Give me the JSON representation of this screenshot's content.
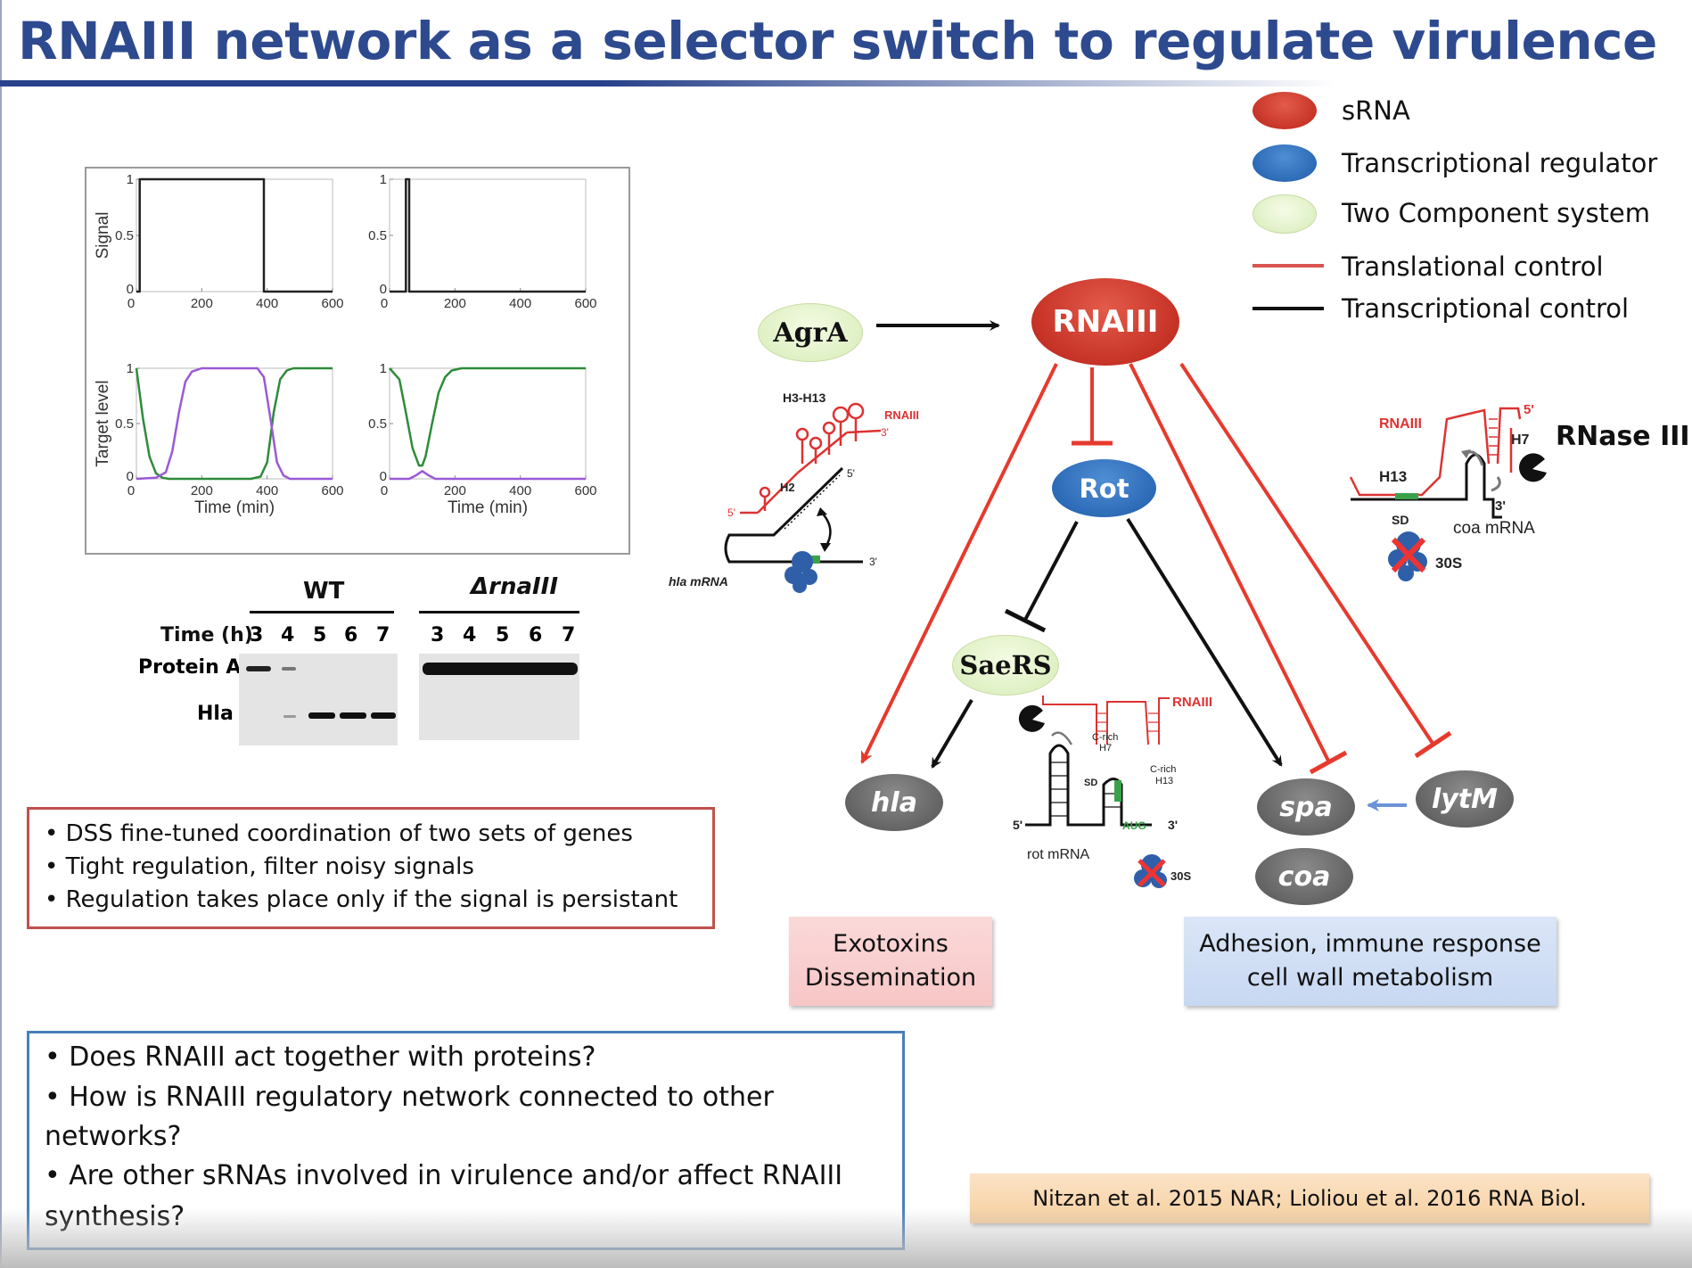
{
  "title": "RNAIII network as a selector switch to regulate virulence",
  "legend": [
    {
      "label": "sRNA",
      "color": "#c63226",
      "shape": "ellipse"
    },
    {
      "label": "Transcriptional regulator",
      "color": "#2a68b5",
      "shape": "ellipse"
    },
    {
      "label": "Two Component system",
      "color": "#e3f1cc",
      "shape": "ellipse"
    },
    {
      "label": "Translational control",
      "color": "#d9534f",
      "shape": "line"
    },
    {
      "label": "Transcriptional control",
      "color": "#111111",
      "shape": "line"
    }
  ],
  "nodes": {
    "agra": "AgrA",
    "rnaiii": "RNAIII",
    "rot": "Rot",
    "saers": "SaeRS",
    "hla": "hla",
    "spa": "spa",
    "coa": "coa",
    "lytm": "lytM"
  },
  "insets": {
    "hla": {
      "h3h13": "H3-H13",
      "rnaiii": "RNAIII",
      "three_prime": "3'",
      "five_prime_top": "5'",
      "h2": "H2",
      "five_prime_left": "5'",
      "three_prime_right": "3'",
      "mrna": "hla mRNA"
    },
    "coa": {
      "rnaiii": "RNAIII",
      "five_prime": "5'",
      "h7": "H7",
      "h13": "H13",
      "sd": "SD",
      "three_prime": "3'",
      "mrna": "coa mRNA",
      "ribosome": "30S",
      "rnase": "RNase III"
    },
    "rot": {
      "rnaiii": "RNAIII",
      "crich_h7": "C-rich",
      "h7": "H7",
      "crich_h13": "C-rich",
      "h13": "H13",
      "sd": "SD",
      "five_prime": "5'",
      "aug": "AUG",
      "three_prime": "3'",
      "mrna": "rot mRNA",
      "ribosome": "30S"
    }
  },
  "category_boxes": {
    "exotoxins": [
      "Exotoxins",
      "Dissemination"
    ],
    "adhesion": [
      "Adhesion, immune response",
      "cell wall metabolism"
    ]
  },
  "bullets_red": [
    "• DSS fine-tuned coordination of two sets of genes",
    "• Tight regulation, filter noisy signals",
    "• Regulation takes place only if the signal is persistant"
  ],
  "bullets_blue": [
    "• Does RNAIII act together with proteins?",
    "• How is RNAIII regulatory network connected to other",
    "networks?",
    "• Are other sRNAs involved in virulence and/or affect RNAIII",
    "synthesis?"
  ],
  "citation": "Nitzan et al. 2015 NAR; Lioliou et al. 2016 RNA Biol.",
  "blot": {
    "time_label": "Time (h)",
    "wt_label": "WT",
    "mut_label": "ΔrnaIII",
    "times": [
      "3",
      "4",
      "5",
      "6",
      "7"
    ],
    "row_labels": [
      "Protein A",
      "Hla"
    ]
  },
  "chart_data": [
    {
      "type": "line",
      "ylabel": "Signal",
      "xlabel": "",
      "xlim": [
        0,
        600
      ],
      "ylim": [
        0,
        1
      ],
      "x_ticks": [
        "0",
        "200",
        "400",
        "600"
      ],
      "y_ticks": [
        "0",
        "0.5",
        "1"
      ],
      "series": [
        {
          "color": "#222222",
          "x": [
            0,
            10,
            10,
            390,
            390,
            600
          ],
          "y": [
            0,
            0,
            1,
            1,
            0,
            0
          ]
        }
      ]
    },
    {
      "type": "line",
      "ylabel": "",
      "xlabel": "",
      "xlim": [
        0,
        600
      ],
      "ylim": [
        0,
        1
      ],
      "x_ticks": [
        "0",
        "200",
        "400",
        "600"
      ],
      "y_ticks": [
        "0",
        "0.5",
        "1"
      ],
      "series": [
        {
          "color": "#222222",
          "x": [
            0,
            50,
            50,
            60,
            60,
            600
          ],
          "y": [
            0,
            0,
            1,
            1,
            0,
            0
          ]
        }
      ]
    },
    {
      "type": "line",
      "ylabel": "Target level",
      "xlabel": "Time (min)",
      "xlim": [
        0,
        600
      ],
      "ylim": [
        0,
        1
      ],
      "x_ticks": [
        "0",
        "200",
        "400",
        "600"
      ],
      "y_ticks": [
        "0",
        "0.5",
        "1"
      ],
      "series": [
        {
          "color": "#2e8b3a",
          "x": [
            0,
            20,
            40,
            60,
            80,
            100,
            200,
            350,
            380,
            400,
            420,
            440,
            460,
            480,
            600
          ],
          "y": [
            1,
            0.55,
            0.2,
            0.05,
            0.01,
            0,
            0,
            0,
            0.02,
            0.15,
            0.6,
            0.9,
            0.98,
            1,
            1
          ]
        },
        {
          "color": "#9b59d6",
          "x": [
            0,
            60,
            90,
            110,
            130,
            150,
            170,
            200,
            370,
            390,
            410,
            430,
            450,
            470,
            600
          ],
          "y": [
            0,
            0.01,
            0.06,
            0.25,
            0.6,
            0.88,
            0.97,
            1,
            1,
            0.92,
            0.55,
            0.15,
            0.03,
            0,
            0
          ]
        }
      ]
    },
    {
      "type": "line",
      "ylabel": "",
      "xlabel": "Time (min)",
      "xlim": [
        0,
        600
      ],
      "ylim": [
        0,
        1
      ],
      "x_ticks": [
        "0",
        "200",
        "400",
        "600"
      ],
      "y_ticks": [
        "0",
        "0.5",
        "1"
      ],
      "series": [
        {
          "color": "#2e8b3a",
          "x": [
            0,
            30,
            50,
            70,
            90,
            100,
            110,
            130,
            150,
            170,
            190,
            220,
            600
          ],
          "y": [
            1,
            0.9,
            0.6,
            0.28,
            0.12,
            0.12,
            0.2,
            0.5,
            0.78,
            0.92,
            0.98,
            1,
            1
          ]
        },
        {
          "color": "#9b59d6",
          "x": [
            0,
            60,
            80,
            100,
            120,
            140,
            600
          ],
          "y": [
            0,
            0,
            0.03,
            0.07,
            0.03,
            0,
            0
          ]
        }
      ]
    }
  ]
}
